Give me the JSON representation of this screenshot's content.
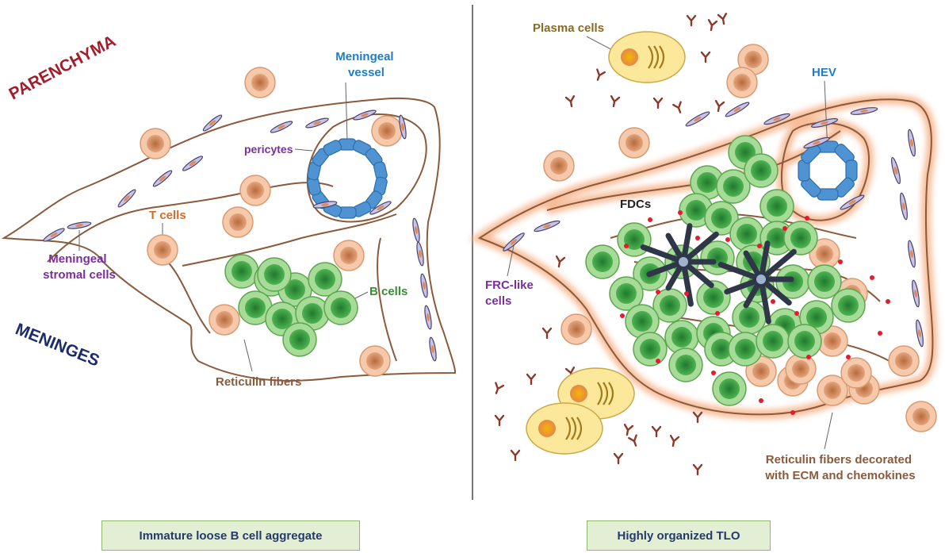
{
  "colors": {
    "fiber": "#8b5a3c",
    "tcell_fill": "#f7c9ab",
    "tcell_nucleus": "#c97a4b",
    "bcell_fill": "#a7dc98",
    "bcell_nucleus": "#2f8f3a",
    "vessel": "#4f93d3",
    "plasma_fill": "#fce89a",
    "fdc": "#2f3648",
    "chemokine": "#e8192c",
    "divider": "#777777",
    "box_fill": "#e3efd5",
    "box_border": "#8fb86a"
  },
  "left_panel": {
    "label_parenchyma": "PARENCHYMA",
    "label_meninges": "MENINGES",
    "label_meningeal_vessel_line1": "Meningeal",
    "label_meningeal_vessel_line2": "vessel",
    "label_pericytes": "pericytes",
    "label_t_cells": "T cells",
    "label_b_cells": "B cells",
    "label_stromal_line1": "Meningeal",
    "label_stromal_line2": "stromal cells",
    "label_reticulin": "Reticulin fibers",
    "caption": "Immature loose B cell aggregate"
  },
  "right_panel": {
    "label_plasma": "Plasma cells",
    "label_hev": "HEV",
    "label_fdcs": "FDCs",
    "label_frc_line1": "FRC-like",
    "label_frc_line2": "cells",
    "label_reticulin_line1": "Reticulin fibers decorated",
    "label_reticulin_line2": "with ECM and chemokines",
    "caption": "Highly organized TLO"
  },
  "legend_icons": [
    "t-cell-icon",
    "b-cell-icon",
    "plasma-cell-icon",
    "fdc-icon",
    "antibody-icon",
    "pericyte-icon",
    "stromal-cell-icon",
    "chemokine-dot-icon"
  ]
}
